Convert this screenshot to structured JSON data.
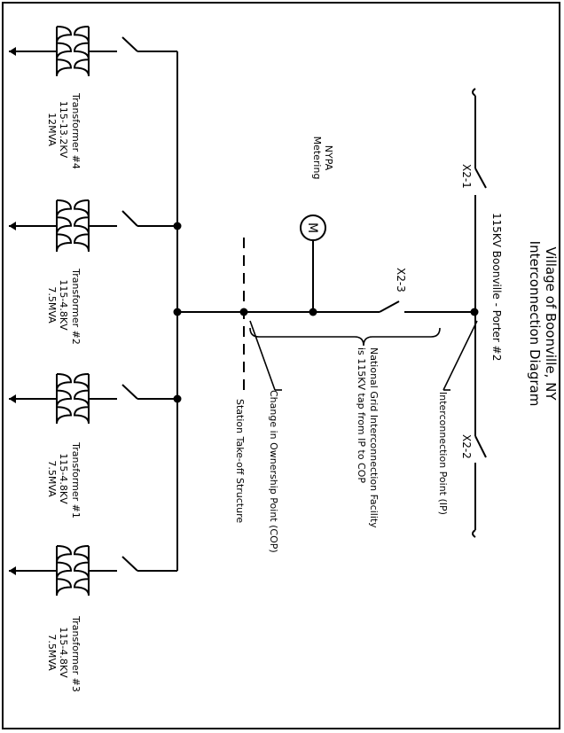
{
  "title": {
    "line1": "Village of Boonville, NY",
    "line2": "Interconnection Diagram"
  },
  "line_label": "115KV Boonville - Porter #2",
  "switches": {
    "x2_1": "X2-1",
    "x2_2": "X2-2",
    "x2_3": "X2-3"
  },
  "meter": {
    "symbol": "M",
    "label_line1": "NYPA",
    "label_line2": "Metering"
  },
  "annotations": {
    "ip": "Interconnection Point (IP)",
    "facility_line1": "National Grid Interconnection Facility",
    "facility_line2": "is 115KV tap from IP to COP",
    "cop": "Change in Ownership Point (COP)",
    "station": "Station Take-off Structure"
  },
  "transformers": [
    {
      "name": "Transformer #4",
      "voltage": "115-13.2KV",
      "rating": "12MVA"
    },
    {
      "name": "Transformer #2",
      "voltage": "115-4.8KV",
      "rating": "7.5MVA"
    },
    {
      "name": "Transformer #1",
      "voltage": "115-4.8KV",
      "rating": "7.5MVA"
    },
    {
      "name": "Transformer #3",
      "voltage": "115-4.8KV",
      "rating": "7.5MVA"
    }
  ]
}
